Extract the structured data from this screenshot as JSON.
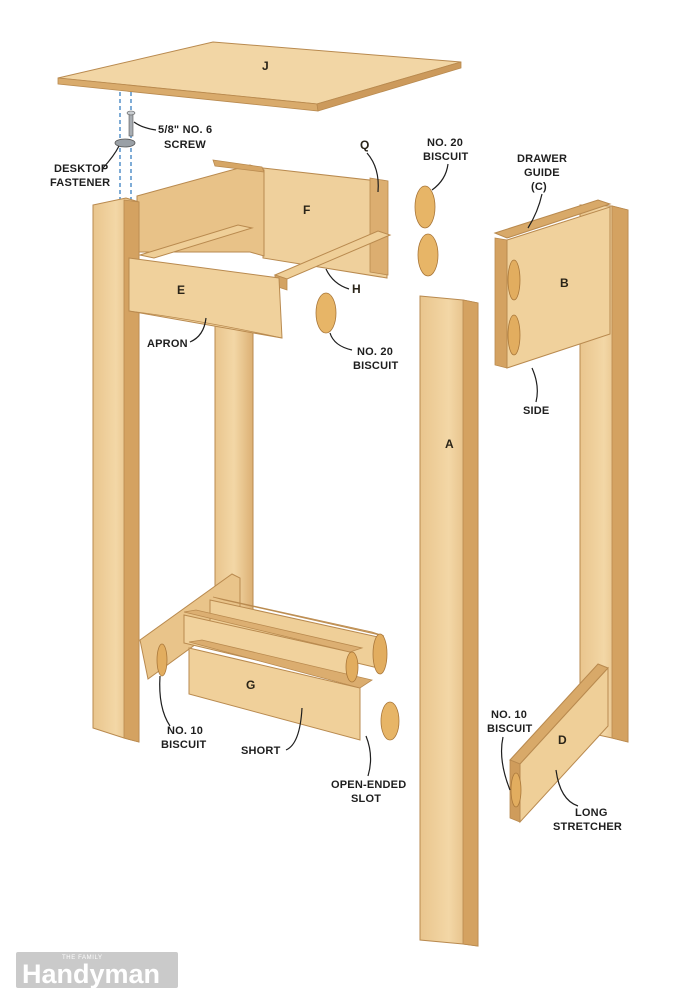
{
  "colors": {
    "wood_light": "#f1d4a1",
    "wood_mid": "#e2b878",
    "wood_dark": "#c99556",
    "biscuit": "#e7b567",
    "fastener_blue": "#3a7fc1",
    "brand_bg": "#b8b8b8"
  },
  "parts": {
    "top": "J",
    "apron_back": "Q",
    "apron_side": "F",
    "apron_front": "E",
    "rail": "H",
    "leg": "A",
    "side": "B",
    "short_stretcher": "G",
    "long_stretcher": "D"
  },
  "callouts": {
    "screw": [
      "5/8\" NO. 6",
      "SCREW"
    ],
    "fastener": [
      "DESKTOP",
      "FASTENER"
    ],
    "biscuit20_top": [
      "NO. 20",
      "BISCUIT"
    ],
    "drawer_guide": [
      "DRAWER",
      "GUIDE",
      "(C)"
    ],
    "biscuit20_mid": [
      "NO. 20",
      "BISCUIT"
    ],
    "apron": [
      "APRON"
    ],
    "side": [
      "SIDE"
    ],
    "biscuit10_left": [
      "NO. 10",
      "BISCUIT"
    ],
    "short": [
      "SHORT"
    ],
    "open_slot": [
      "OPEN-ENDED",
      "SLOT"
    ],
    "biscuit10_right": [
      "NO. 10",
      "BISCUIT"
    ],
    "long_stretcher": [
      "LONG",
      "STRETCHER"
    ]
  },
  "brand": {
    "small": "THE FAMILY",
    "name": "Handyman"
  }
}
